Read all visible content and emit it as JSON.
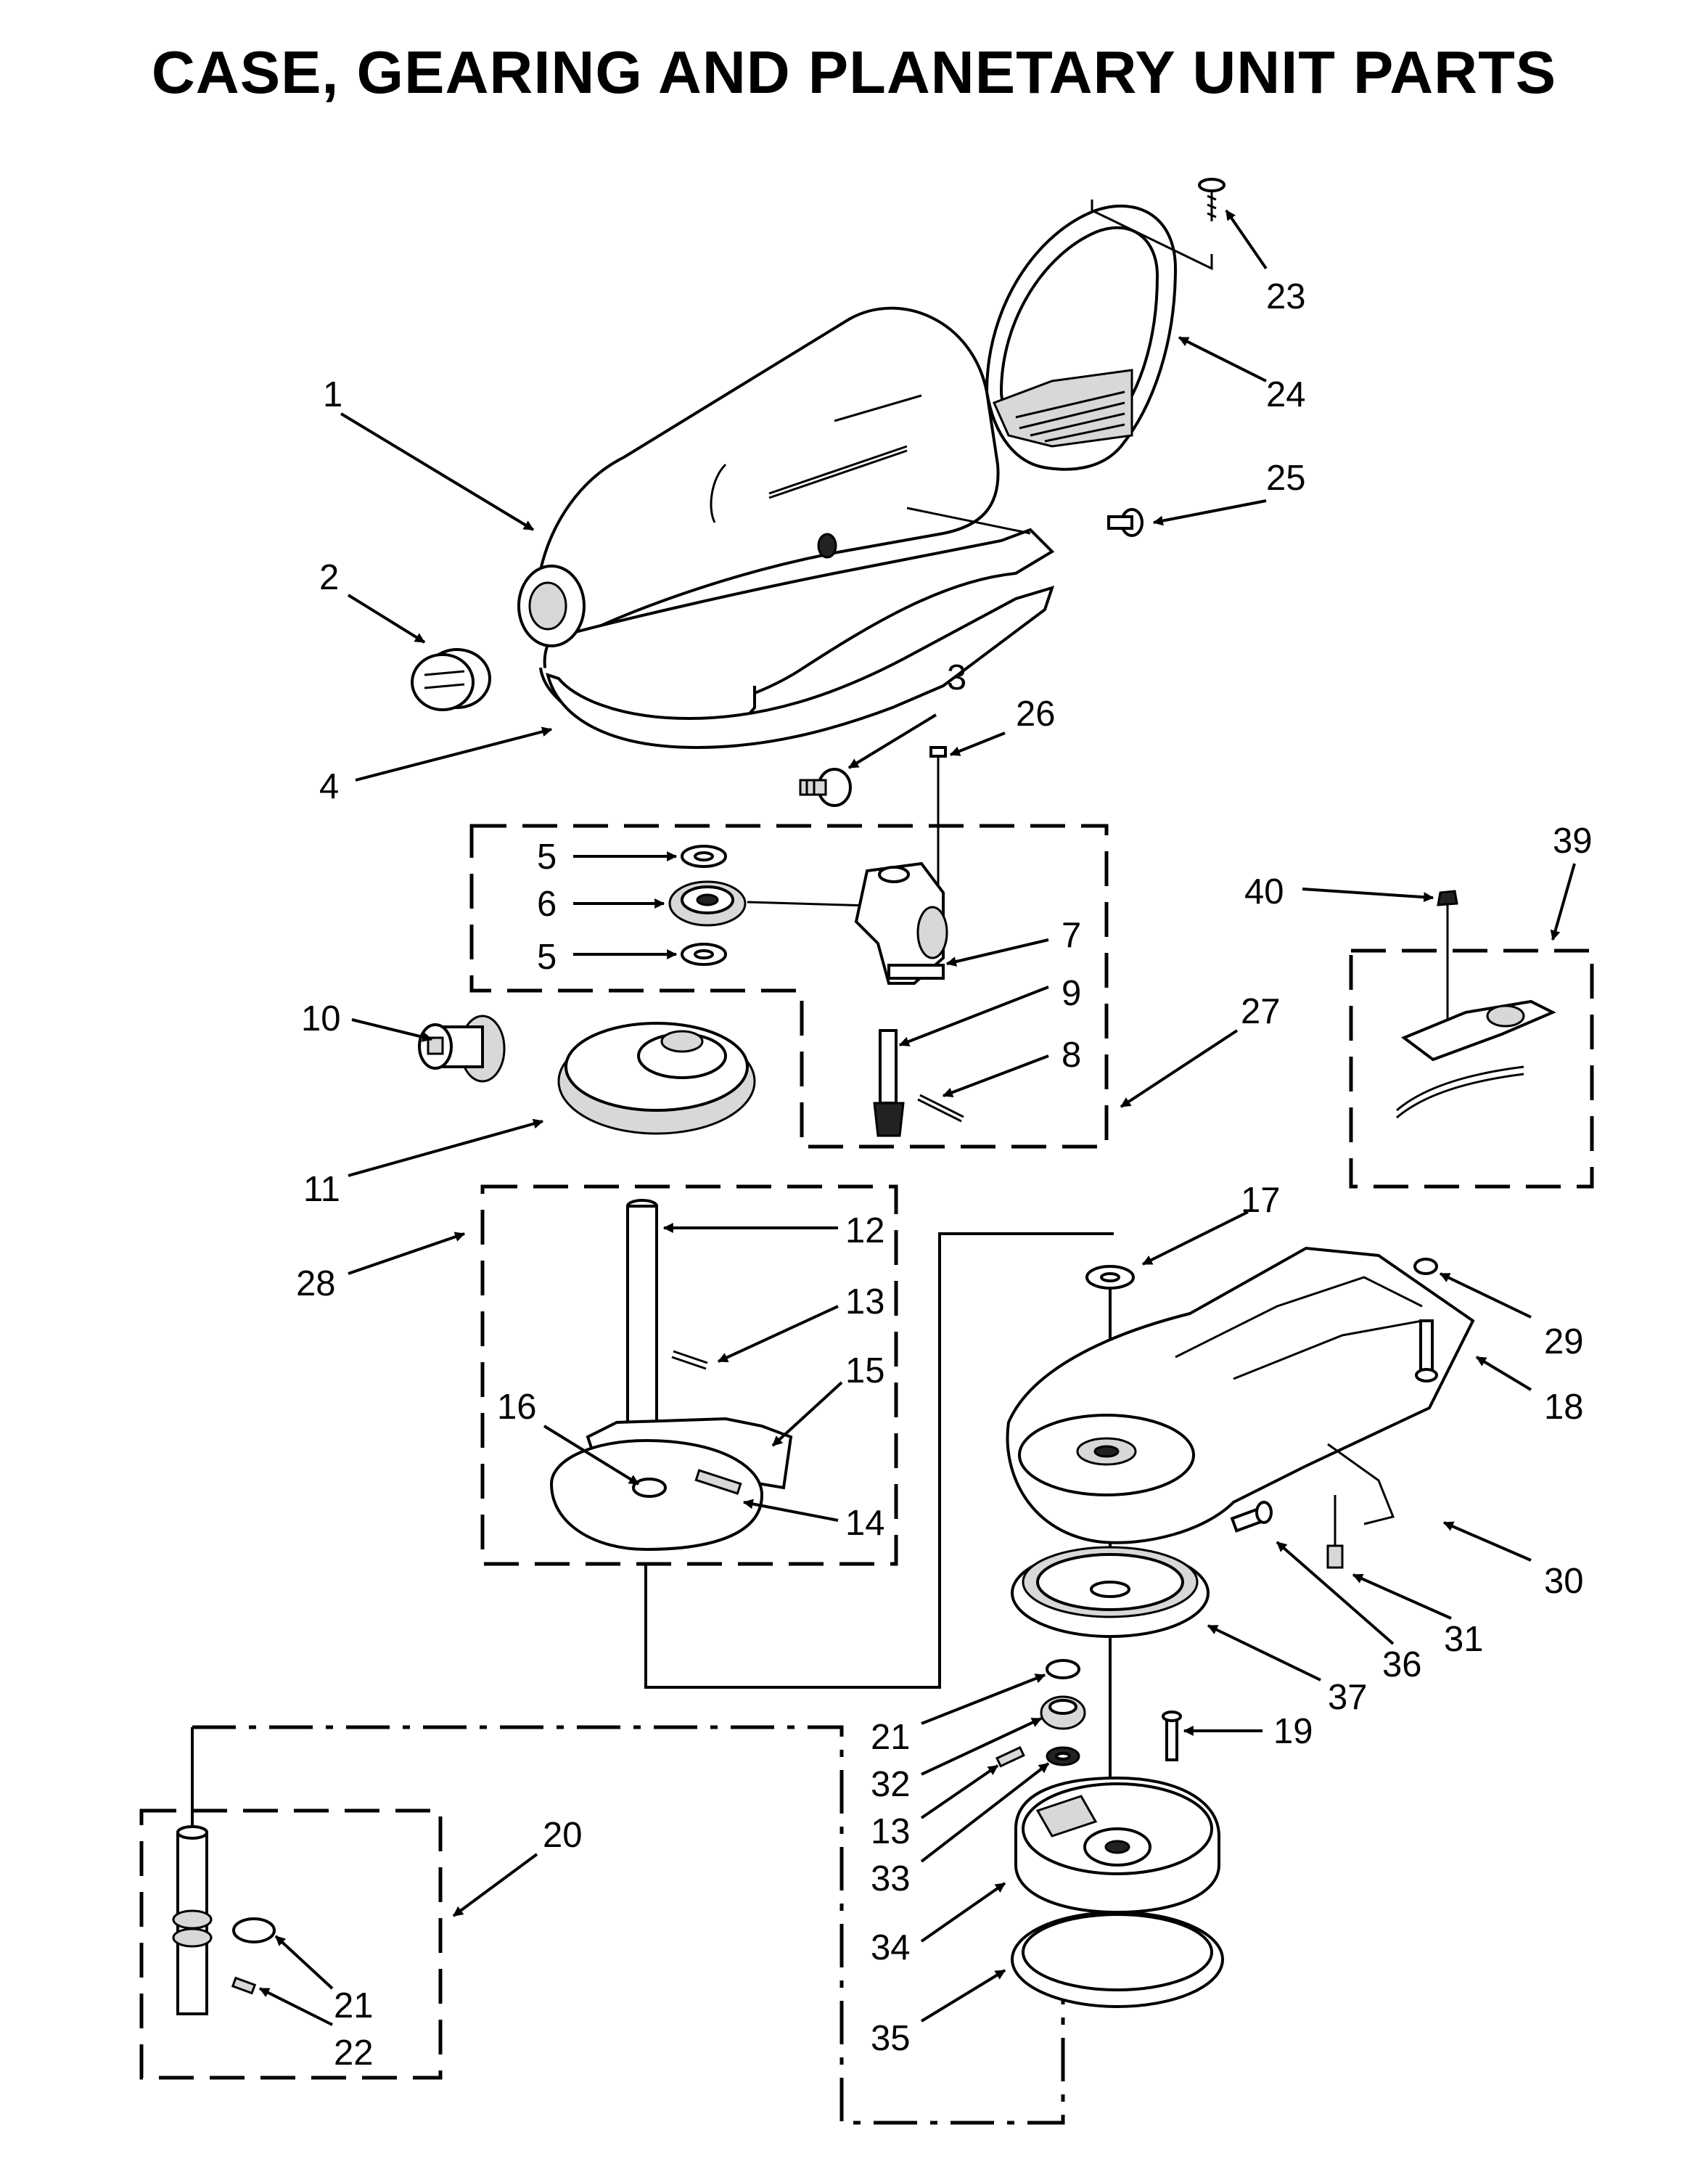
{
  "title": "CASE, GEARING AND PLANETARY UNIT PARTS",
  "callouts": {
    "c1": "1",
    "c2": "2",
    "c3": "3",
    "c4": "4",
    "c5a": "5",
    "c5b": "5",
    "c6": "6",
    "c7": "7",
    "c8": "8",
    "c9": "9",
    "c10": "10",
    "c11": "11",
    "c12": "12",
    "c13a": "13",
    "c13b": "13",
    "c14": "14",
    "c15": "15",
    "c16": "16",
    "c17": "17",
    "c18": "18",
    "c19": "19",
    "c20": "20",
    "c21a": "21",
    "c21b": "21",
    "c22": "22",
    "c23": "23",
    "c24": "24",
    "c25": "25",
    "c26": "26",
    "c27": "27",
    "c28": "28",
    "c29": "29",
    "c30": "30",
    "c31": "31",
    "c32": "32",
    "c33": "33",
    "c34": "34",
    "c35": "35",
    "c36": "36",
    "c37": "37",
    "c39": "39",
    "c40": "40"
  }
}
